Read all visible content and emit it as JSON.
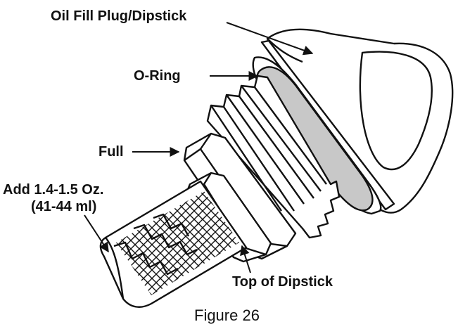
{
  "labels": {
    "oil_fill_plug": "Oil Fill Plug/Dipstick",
    "o_ring": "O-Ring",
    "full": "Full",
    "add_line1": "Add 1.4-1.5 Oz.",
    "add_line2": "(41-44 ml)",
    "top_of_dipstick": "Top of Dipstick"
  },
  "caption": "Figure 26",
  "colors": {
    "ink": "#111111",
    "oring_fill": "#c8c8c8",
    "paper": "#ffffff"
  }
}
